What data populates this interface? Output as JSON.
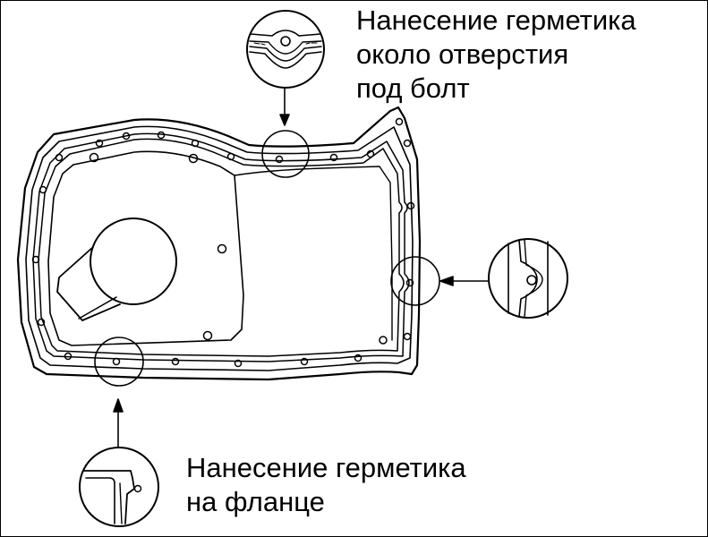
{
  "labels": {
    "bolt_hole": {
      "line1": "Нанесение герметика",
      "line2": "около отверстия",
      "line3": "под болт"
    },
    "flange": {
      "line1": "Нанесение герметика",
      "line2": "на фланце"
    }
  },
  "colors": {
    "ink": "#000000",
    "paper": "#ffffff"
  }
}
